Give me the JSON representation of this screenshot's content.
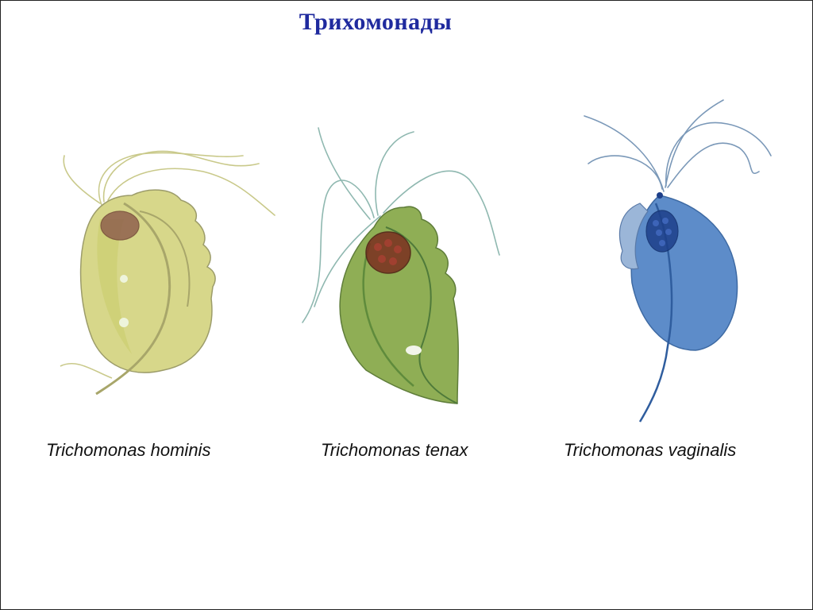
{
  "slide": {
    "title": "Трихомонады",
    "figures": [
      {
        "caption": "Trichomonas hominis",
        "body_color": "#d7d78a",
        "accent_color": "#a9b84a",
        "nucleus_color": "#8b5a4a"
      },
      {
        "caption": "Trichomonas tenax",
        "body_color": "#8fae55",
        "accent_color": "#5f8b3c",
        "nucleus_color": "#7a2e1f"
      },
      {
        "caption": "Trichomonas vaginalis",
        "body_color": "#5d8cc9",
        "accent_color": "#2f5d9e",
        "nucleus_color": "#1d3f8a"
      }
    ]
  }
}
